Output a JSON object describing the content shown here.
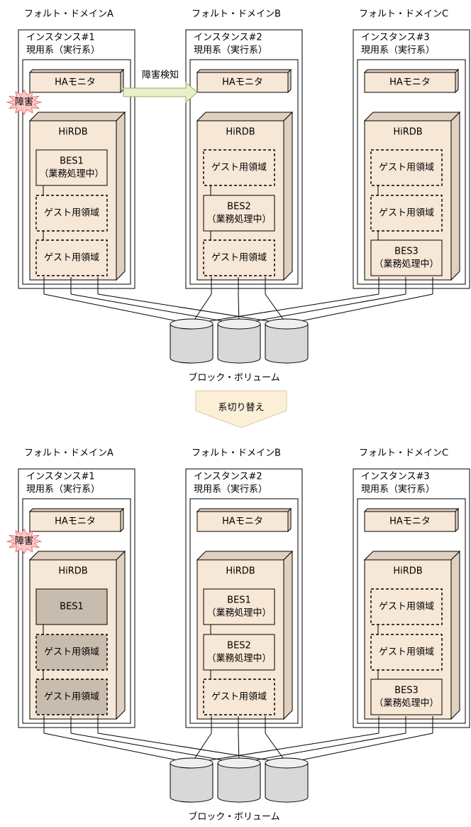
{
  "top": {
    "domains": [
      {
        "label": "フォルト・ドメインA",
        "instance": "インスタンス#1",
        "role": "現用系（実行系）",
        "monitor": "HAモニタ",
        "dbms": "HiRDB",
        "boxes": [
          {
            "kind": "bes",
            "line1": "BES1",
            "line2": "（業務処理中）"
          },
          {
            "kind": "guest",
            "line1": "ゲスト用領域"
          },
          {
            "kind": "guest",
            "line1": "ゲスト用領域"
          }
        ]
      },
      {
        "label": "フォルト・ドメインB",
        "instance": "インスタンス#2",
        "role": "現用系（実行系）",
        "monitor": "HAモニタ",
        "dbms": "HiRDB",
        "boxes": [
          {
            "kind": "guest",
            "line1": "ゲスト用領域"
          },
          {
            "kind": "bes",
            "line1": "BES2",
            "line2": "（業務処理中）"
          },
          {
            "kind": "guest",
            "line1": "ゲスト用領域"
          }
        ]
      },
      {
        "label": "フォルト・ドメインC",
        "instance": "インスタンス#3",
        "role": "現用系（実行系）",
        "monitor": "HAモニタ",
        "dbms": "HiRDB",
        "boxes": [
          {
            "kind": "guest",
            "line1": "ゲスト用領域"
          },
          {
            "kind": "guest",
            "line1": "ゲスト用領域"
          },
          {
            "kind": "bes",
            "line1": "BES3",
            "line2": "（業務処理中）"
          }
        ]
      }
    ],
    "fault_label": "障害",
    "detect_label": "障害検知",
    "volume_label": "ブロック・ボリューム"
  },
  "switch_label": "系切り替え",
  "bottom": {
    "domains": [
      {
        "label": "フォルト・ドメインA",
        "instance": "インスタンス#1",
        "role": "現用系（実行系）",
        "monitor": "HAモニタ",
        "dbms": "HiRDB",
        "boxes": [
          {
            "kind": "bes-failed",
            "line1": "BES1"
          },
          {
            "kind": "guest-failed",
            "line1": "ゲスト用領域"
          },
          {
            "kind": "guest-failed",
            "line1": "ゲスト用領域"
          }
        ]
      },
      {
        "label": "フォルト・ドメインB",
        "instance": "インスタンス#2",
        "role": "現用系（実行系）",
        "monitor": "HAモニタ",
        "dbms": "HiRDB",
        "boxes": [
          {
            "kind": "bes",
            "line1": "BES1",
            "line2": "（業務処理中）"
          },
          {
            "kind": "bes",
            "line1": "BES2",
            "line2": "（業務処理中）"
          },
          {
            "kind": "guest",
            "line1": "ゲスト用領域"
          }
        ]
      },
      {
        "label": "フォルト・ドメインC",
        "instance": "インスタンス#3",
        "role": "現用系（実行系）",
        "monitor": "HAモニタ",
        "dbms": "HiRDB",
        "boxes": [
          {
            "kind": "guest",
            "line1": "ゲスト用領域"
          },
          {
            "kind": "guest",
            "line1": "ゲスト用領域"
          },
          {
            "kind": "bes",
            "line1": "BES3",
            "line2": "（業務処理中）"
          }
        ]
      }
    ],
    "fault_label": "障害",
    "volume_label": "ブロック・ボリューム"
  },
  "colors": {
    "beige": "#f7e7d6",
    "beige_side": "#e0d0c0",
    "failed": "#c8bcae",
    "arrow": "#e8f0c8",
    "switch_arrow": "#fcefd8",
    "cylinder": "#d8d8d8",
    "fault_star": "#fcc8c8"
  }
}
